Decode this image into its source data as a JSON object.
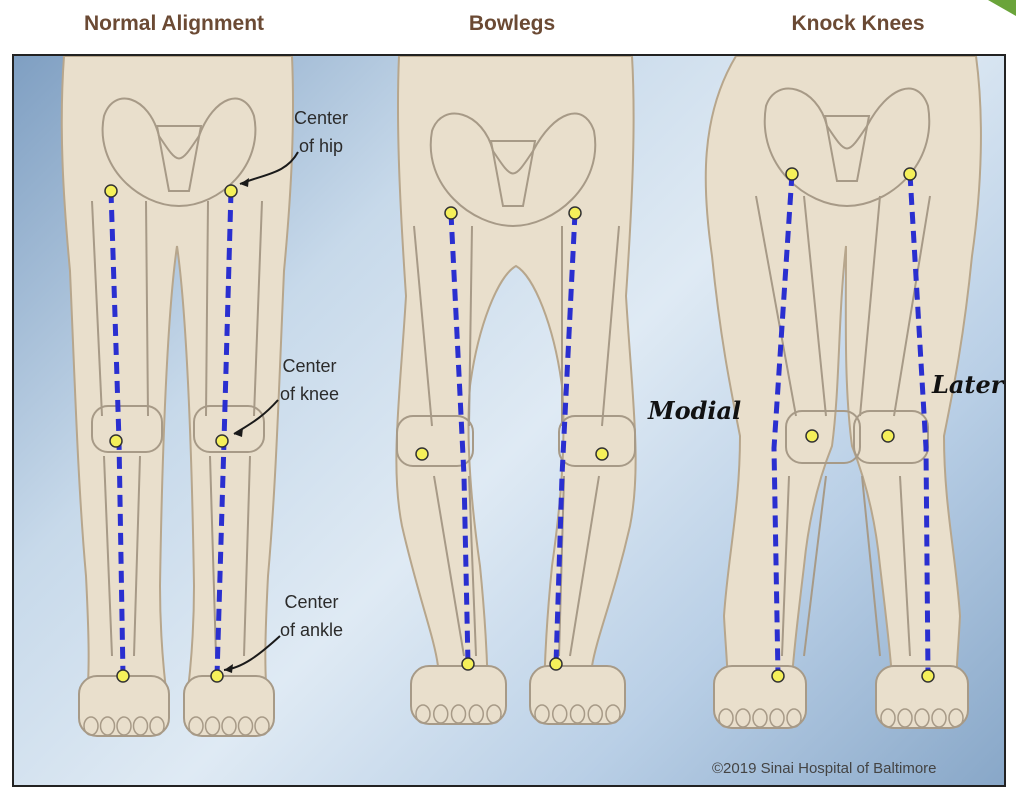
{
  "headings": {
    "normal": "Normal Alignment",
    "bowlegs": "Bowlegs",
    "knock_knees": "Knock Knees"
  },
  "callouts": {
    "hip": [
      "Center",
      "of hip"
    ],
    "knee": [
      "Center",
      "of knee"
    ],
    "ankle": [
      "Center",
      "of ankle"
    ]
  },
  "annotations": {
    "medial": "Modial",
    "lateral": "Lateral"
  },
  "copyright": "©2019 Sinai Hospital of Baltimore",
  "colors": {
    "skin": "#e9dfcc",
    "bone_outline": "#a79a87",
    "axis_line": "#2a2fd0",
    "joint_marker": "#f5f05a",
    "heading_text": "#6b4a34",
    "background_blue": "#b9cfe6"
  }
}
